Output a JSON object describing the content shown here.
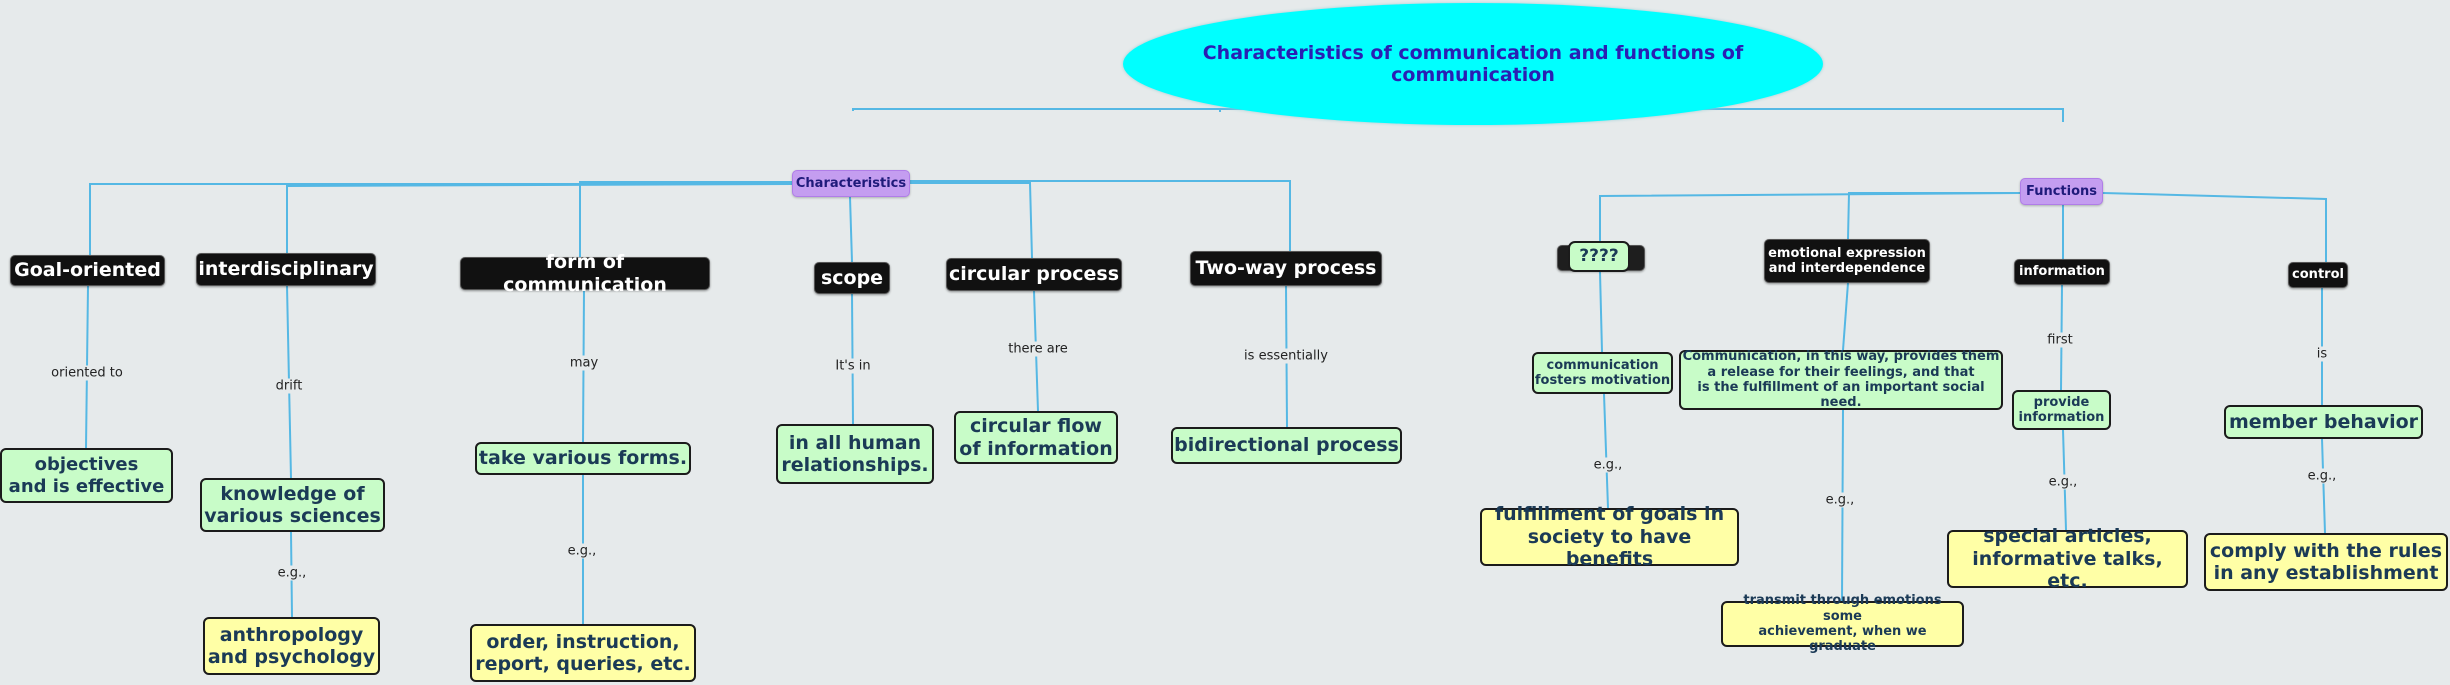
{
  "title": "Characteristics of communication and functions of communication",
  "hubs": {
    "characteristics": "Characteristics",
    "functions": "Functions"
  },
  "characteristics": [
    {
      "name": "Goal-oriented",
      "link": "oriented to",
      "leaf": "objectives\nand is effective"
    },
    {
      "name": "interdisciplinary",
      "link": "drift",
      "leaf": "knowledge of\nvarious sciences",
      "example_link": "e.g.,",
      "example": "anthropology\nand psychology"
    },
    {
      "name": "form of communication",
      "link": "may",
      "leaf": "take various forms.",
      "example_link": "e.g.,",
      "example": "order, instruction,\nreport, queries, etc."
    },
    {
      "name": "scope",
      "link": "It's in",
      "leaf": "in all human\nrelationships."
    },
    {
      "name": "circular process",
      "link": "there are",
      "leaf": "circular flow\nof information"
    },
    {
      "name": "Two-way process",
      "link": "is essentially",
      "leaf": "bidirectional process"
    }
  ],
  "functions": [
    {
      "name": "????",
      "leaf": "communication\nfosters motivation",
      "example_link": "e.g.,",
      "example": "fulfillment of goals in\nsociety to have benefits"
    },
    {
      "name": "emotional expression\nand interdependence",
      "leaf": "Communication, in this way, provides them\na release for their feelings, and that\nis the fulfillment of an important social need.",
      "example_link": "e.g.,",
      "example": "transmit through emotions some\nachievement, when we graduate"
    },
    {
      "name": "information",
      "link": "first",
      "leaf": "provide\ninformation",
      "example_link": "e.g.,",
      "example": "special articles,\ninformative talks, etc."
    },
    {
      "name": "control",
      "link": "is",
      "leaf": "member behavior",
      "example_link": "e.g.,",
      "example": "comply with the rules\nin any establishment"
    }
  ],
  "colors": {
    "line": "#55b8e4",
    "title_fill": "#00ffff",
    "hub_fill": "#c49df0",
    "green_fill": "#c8fcc8",
    "yellow_fill": "#ffffa6"
  }
}
